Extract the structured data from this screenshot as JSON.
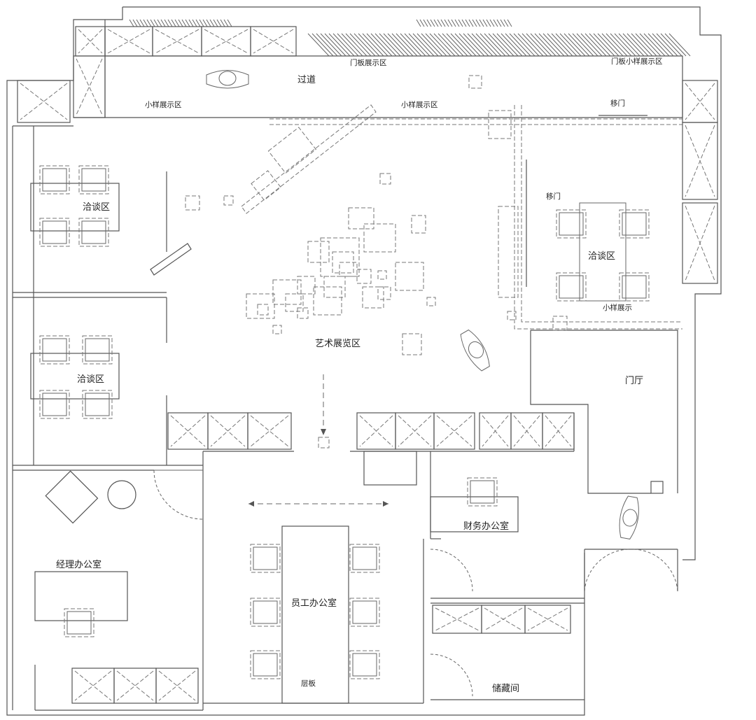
{
  "plan": {
    "labels": {
      "corridor": "过道",
      "door_panel_display": "门板展示区",
      "door_panel_sample_display": "门板小样展示区",
      "sample_display_left": "小样展示区",
      "sample_display_mid": "小样展示区",
      "sliding_door_top": "移门",
      "sliding_door_mid": "移门",
      "meeting_right": "洽谈区",
      "meeting_left_top": "洽谈区",
      "meeting_left_bottom": "洽谈区",
      "art_exhibition": "艺术展览区",
      "sample_display_small": "小样展示",
      "lobby": "门厅",
      "finance_office": "财务办公室",
      "manager_office": "经理办公室",
      "staff_office": "员工办公室",
      "shelf": "层板",
      "storage": "储藏间"
    }
  }
}
